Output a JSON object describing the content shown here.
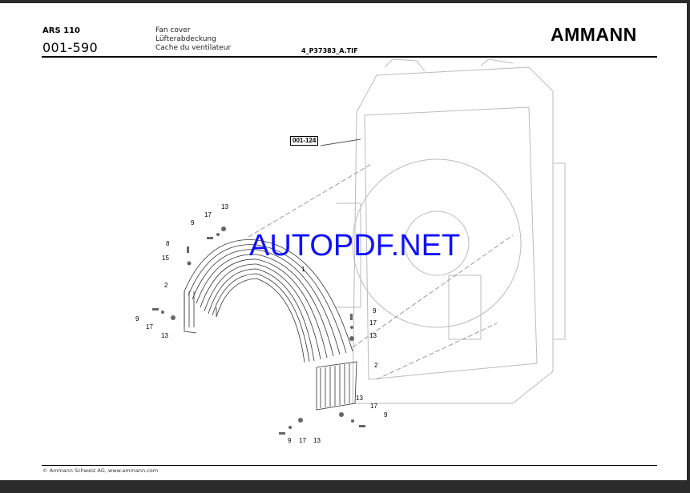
{
  "header": {
    "model": "ARS 110",
    "page_code": "001-590",
    "title_en": "Fan cover",
    "title_de": "Lüfterabdeckung",
    "title_fr": "Cache du ventilateur",
    "file": "4_P37383_A.TIF",
    "brand": "AMMANN"
  },
  "diagram": {
    "reference": "001-124",
    "watermark": "AUTOPDF.NET",
    "callouts": [
      "13",
      "17",
      "9",
      "8",
      "15",
      "2",
      "9",
      "17",
      "13",
      "1",
      "9",
      "17",
      "13",
      "2",
      "13",
      "17",
      "9",
      "9",
      "17",
      "13"
    ]
  },
  "footer": {
    "copyright": "© Ammann Schweiz AG, www.ammann.com"
  }
}
